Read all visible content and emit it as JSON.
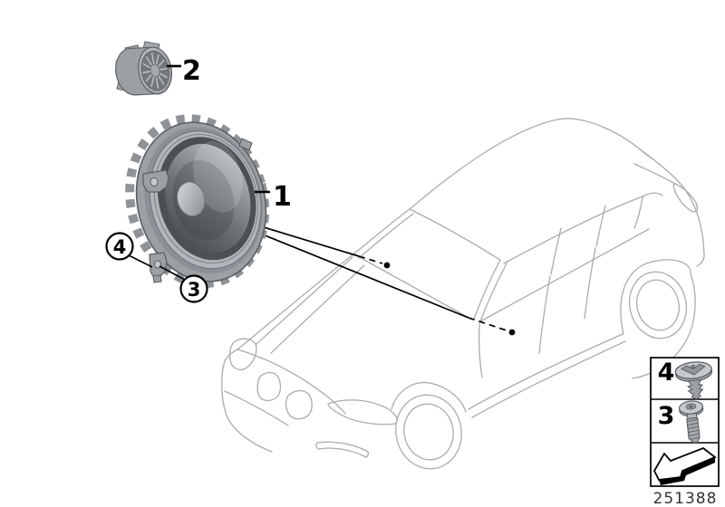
{
  "colors": {
    "background": "#ffffff",
    "car_outline": "#ababab",
    "ink": "#000000",
    "part_number_text": "#333333"
  },
  "callouts": {
    "woofer_label": "1",
    "tweeter_label": "2",
    "screw_label": "3",
    "rivet_label": "4"
  },
  "legend": {
    "rows": [
      {
        "label": "4",
        "icon": "expanding-rivet-icon"
      },
      {
        "label": "3",
        "icon": "torx-screw-icon"
      }
    ],
    "arrow_icon": "direction-of-travel-arrow-icon"
  },
  "part_number": "251388",
  "icons": {
    "woofer": "midrange-woofer-speaker",
    "tweeter": "tweeter-speaker",
    "car": "hatchback-car-outline"
  }
}
